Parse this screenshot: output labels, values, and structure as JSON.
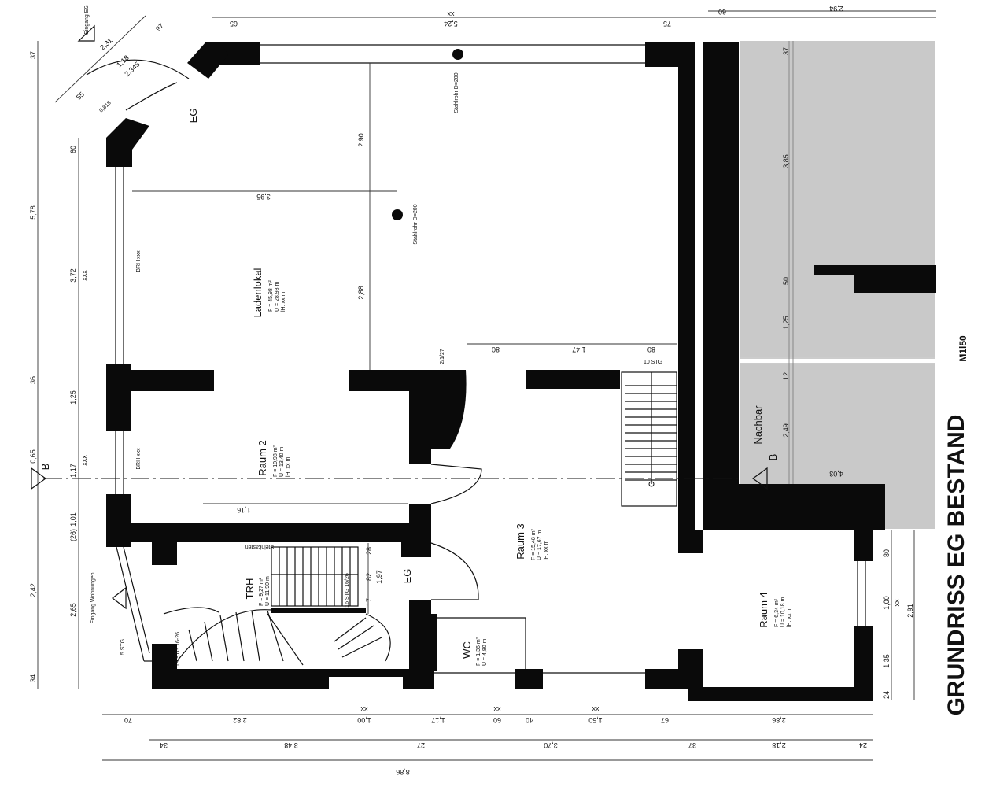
{
  "title": "GRUNDRISS EG BESTAND",
  "scale": "M1l50",
  "rooms": {
    "ladenlokal": {
      "name": "Ladenlokal",
      "area": "F = 45,98 m²",
      "perimeter": "U = 28,98 m",
      "height": "lH. xx m"
    },
    "raum2": {
      "name": "Raum 2",
      "area": "F = 10,98 m²",
      "perimeter": "U = 13,40 m",
      "height": "lH. xx m"
    },
    "raum3": {
      "name": "Raum 3",
      "area": "F = 15,48 m²",
      "perimeter": "U = 17,67 m",
      "height": "lH. xx m"
    },
    "raum4": {
      "name": "Raum 4",
      "area": "F = 6,34 m²",
      "perimeter": "U = 10,18 m",
      "height": "lH. xx m"
    },
    "trh": {
      "name": "TRH",
      "area": "F = 9,27 m²",
      "perimeter": "U = 11,90 m"
    },
    "wc": {
      "name": "WC",
      "area": "F = 1,36 m²",
      "perimeter": "U = 4,80 m"
    }
  },
  "labels": {
    "eg_top": "EG",
    "eg_lower": "EG",
    "nachbar": "Nachbar",
    "section_b": "B",
    "stuetze": "Stahlrohr D=200",
    "eingang_eg": "Eingang EG",
    "eingang_wohnungen": "Eingang Wohnungen",
    "stair_10": "10 STG",
    "stair_16": "16 STG 16/26",
    "stair_5": "5 STG",
    "schacht": "Steinkasten",
    "brh": "BRH xxx",
    "door_note": "2/1/27",
    "stair_18": "18 STG 16-26"
  },
  "dims": {
    "top": [
      "65",
      "xx",
      "5,24",
      "75",
      "60",
      "2,94"
    ],
    "inner": [
      "3,95",
      "2,90",
      "2,88",
      "80",
      "1,47",
      "80",
      "1,16",
      "28",
      "82",
      "1,97",
      "17"
    ],
    "left_outer": [
      "37",
      "5,78",
      "36",
      "1,17",
      "1,01",
      "2,65",
      "34"
    ],
    "left_inner": [
      "60",
      "3,72",
      "xxx",
      "1,25",
      "xxx",
      "(26)",
      "2,42",
      "0,65"
    ],
    "diag": [
      "2,31",
      "97",
      "1,18",
      "2,345",
      "55",
      "0,815"
    ],
    "bottom1": [
      "70",
      "2,82",
      "xx",
      "1,00",
      "1,17",
      "xx",
      "60",
      "40",
      "xx",
      "1,50",
      "67",
      "2,86"
    ],
    "bottom2": [
      "34",
      "3,48",
      "27",
      "3,70",
      "37",
      "2,18",
      "24"
    ],
    "bottom3": [
      "8,86"
    ],
    "right": [
      "37",
      "3,85",
      "50",
      "1,25",
      "12",
      "2,49",
      "4,03"
    ],
    "raum4": [
      "80",
      "1,00",
      "xx",
      "2,91",
      "1,35",
      "24"
    ]
  }
}
